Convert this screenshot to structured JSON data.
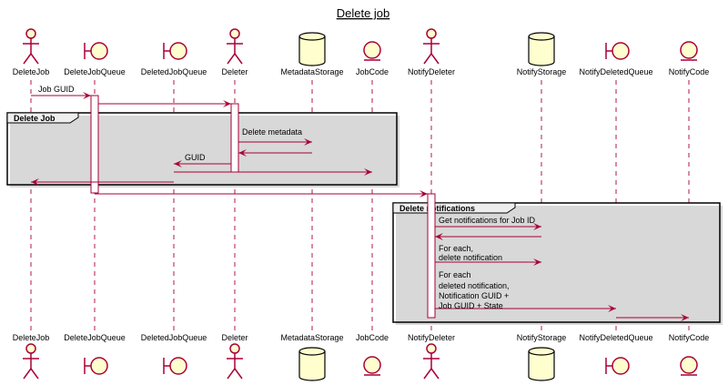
{
  "title": "Delete job",
  "colors": {
    "arrow": "#A80036",
    "participant_fill": "#FEFECE",
    "activation_fill": "#FFFFFF",
    "group_tab": "#EEEEEE"
  },
  "participants": [
    {
      "id": "DeleteJob",
      "label": "DeleteJob",
      "type": "actor"
    },
    {
      "id": "DeleteJobQueue",
      "label": "DeleteJobQueue",
      "type": "boundary"
    },
    {
      "id": "DeletedJobQueue",
      "label": "DeletedJobQueue",
      "type": "boundary"
    },
    {
      "id": "Deleter",
      "label": "Deleter",
      "type": "actor"
    },
    {
      "id": "MetadataStorage",
      "label": "MetadataStorage",
      "type": "database"
    },
    {
      "id": "JobCode",
      "label": "JobCode",
      "type": "entity"
    },
    {
      "id": "NotifyDeleter",
      "label": "NotifyDeleter",
      "type": "actor"
    },
    {
      "id": "NotifyStorage",
      "label": "NotifyStorage",
      "type": "database"
    },
    {
      "id": "NotifyDeletedQueue",
      "label": "NotifyDeletedQueue",
      "type": "boundary"
    },
    {
      "id": "NotifyCode",
      "label": "NotifyCode",
      "type": "entity"
    }
  ],
  "groups": [
    {
      "label": "Delete Job"
    },
    {
      "label": "Delete notifications"
    }
  ],
  "messages": [
    {
      "from": "DeleteJob",
      "to": "DeleteJobQueue",
      "label": [
        "Job GUID"
      ]
    },
    {
      "from": "DeleteJobQueue",
      "to": "Deleter",
      "label": []
    },
    {
      "from": "Deleter",
      "to": "MetadataStorage",
      "label": [
        "Delete metadata"
      ]
    },
    {
      "from": "MetadataStorage",
      "to": "Deleter",
      "label": []
    },
    {
      "from": "Deleter",
      "to": "DeletedJobQueue",
      "label": [
        "GUID"
      ]
    },
    {
      "from": "DeletedJobQueue",
      "to": "JobCode",
      "label": []
    },
    {
      "from": "DeletedJobQueue",
      "to": "DeleteJob",
      "label": []
    },
    {
      "from": "DeleteJobQueue",
      "to": "NotifyDeleter",
      "label": []
    },
    {
      "from": "NotifyDeleter",
      "to": "NotifyStorage",
      "label": [
        "Get notifications for Job ID"
      ]
    },
    {
      "from": "NotifyStorage",
      "to": "NotifyDeleter",
      "label": []
    },
    {
      "from": "NotifyDeleter",
      "to": "NotifyStorage",
      "label": [
        "For each,",
        "delete notification"
      ]
    },
    {
      "from": "NotifyDeleter",
      "to": "NotifyDeletedQueue",
      "label": [
        "For each",
        "deleted notification,",
        "Notification GUID +",
        "Job GUID + State"
      ]
    },
    {
      "from": "NotifyDeletedQueue",
      "to": "NotifyCode",
      "label": []
    }
  ]
}
